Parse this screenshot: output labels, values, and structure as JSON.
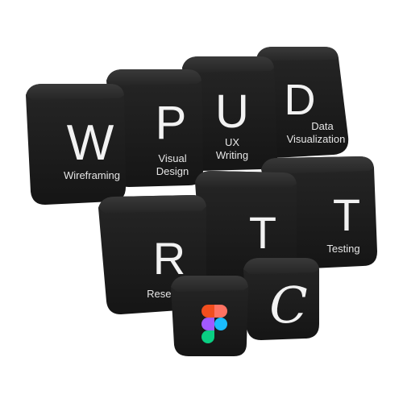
{
  "cubes": [
    {
      "id": "w",
      "letter": "W",
      "caption": [
        "Wireframing"
      ]
    },
    {
      "id": "p",
      "letter": "P",
      "caption": [
        "Visual",
        "Design"
      ]
    },
    {
      "id": "u",
      "letter": "U",
      "caption": [
        "UX",
        "Writing"
      ]
    },
    {
      "id": "d",
      "letter": "D",
      "caption": [
        "Data",
        "Visualization"
      ]
    },
    {
      "id": "r",
      "letter": "R",
      "caption": [
        "Research"
      ]
    },
    {
      "id": "t1",
      "letter": "T",
      "caption": []
    },
    {
      "id": "t2",
      "letter": "T",
      "caption": [
        "Testing"
      ]
    },
    {
      "id": "figma",
      "letter": "",
      "caption": [],
      "icon": "figma-logo-icon"
    },
    {
      "id": "c",
      "letter": "C",
      "caption": []
    }
  ],
  "colors": {
    "cube_face": "#1c1c1c",
    "cube_top": "#2e2e2e",
    "cube_side": "#0f0f0f",
    "text": "#f2f2f2",
    "figma_red": "#f24e1e",
    "figma_orange": "#ff7262",
    "figma_purple": "#a259ff",
    "figma_blue": "#1abcfe",
    "figma_green": "#0acf83"
  }
}
